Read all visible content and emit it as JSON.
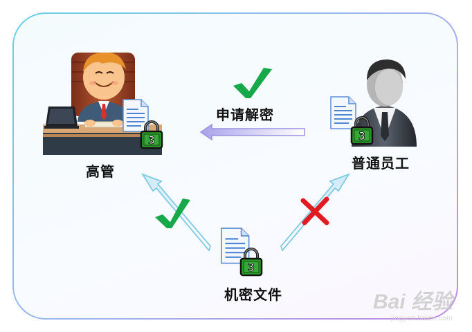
{
  "nodes": {
    "executive": "高管",
    "employee": "普通员工",
    "file": "机密文件"
  },
  "request_label": "申请解密",
  "lock_badge_text": "3",
  "colors": {
    "check": "#17a84a",
    "cross": "#e21b23",
    "arrow_stroke": "#8fd4ea",
    "lock_green": "#2e9b2e"
  },
  "watermark": {
    "brand": "Bai 经验",
    "url": "jingyan.baidu.com"
  }
}
